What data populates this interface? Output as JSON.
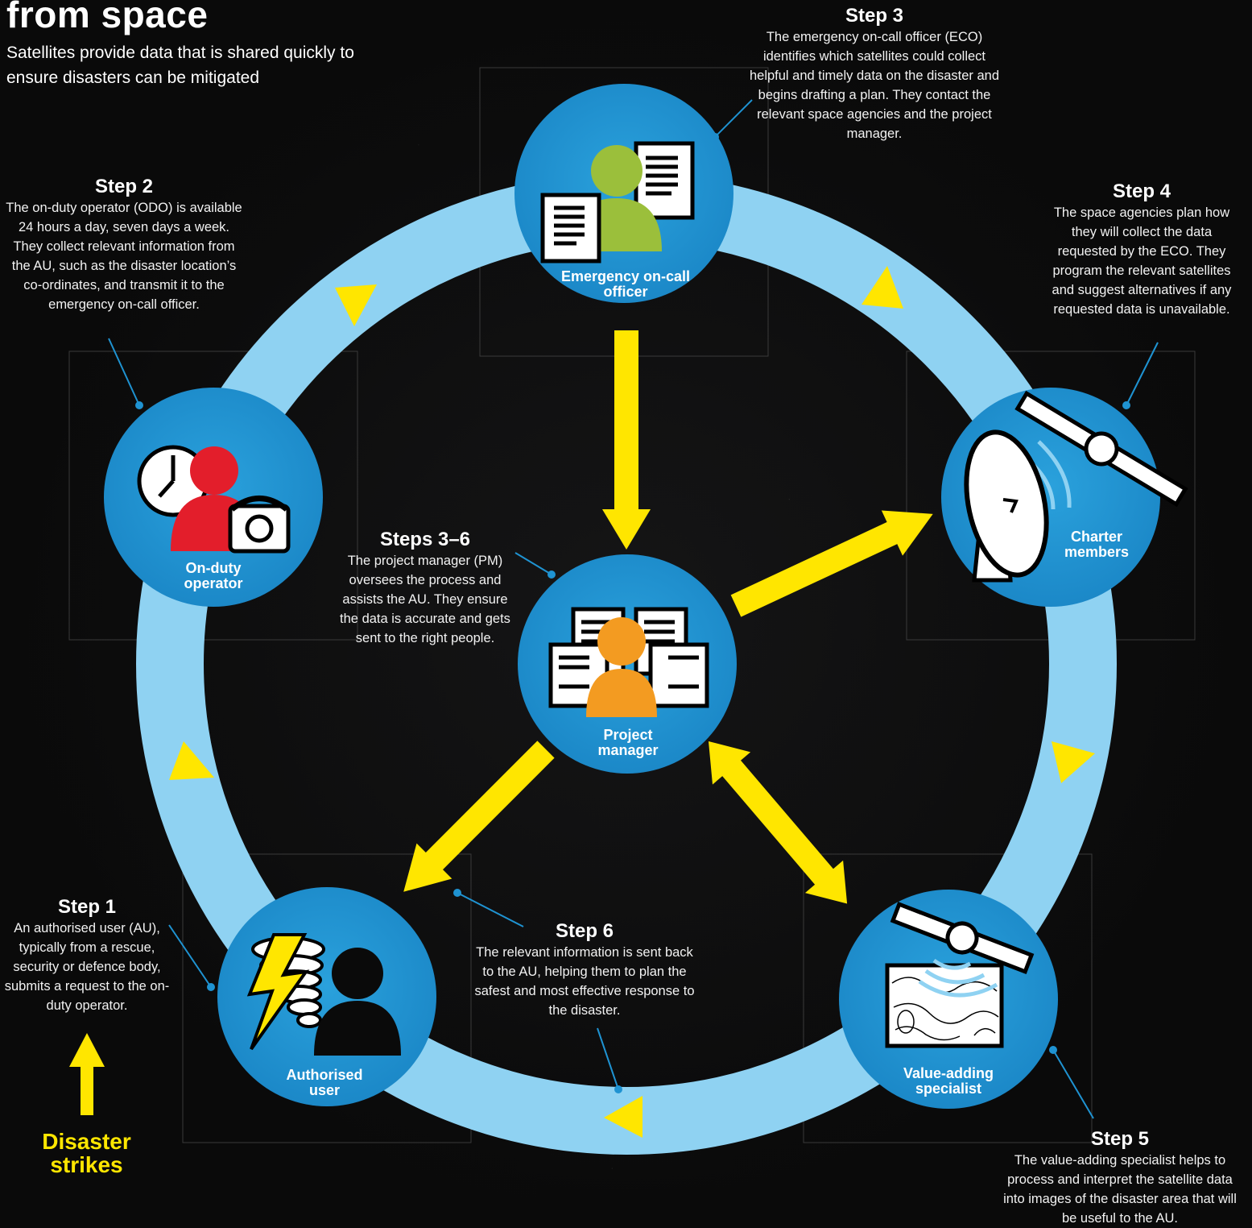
{
  "header": {
    "title": "from space",
    "subtitle": "Satellites provide data that is shared quickly to ensure disasters can be mitigated"
  },
  "nodes": {
    "eco": "Emergency on-call officer",
    "odo": "On-duty operator",
    "charter": "Charter members",
    "pm": "Project manager",
    "au": "Authorised user",
    "vas": "Value-adding specialist"
  },
  "steps": {
    "step1": {
      "title": "Step 1",
      "body": "An authorised user (AU), typically from a rescue, security or defence body, submits a request to the on-duty operator."
    },
    "step2": {
      "title": "Step 2",
      "body": "The on-duty operator (ODO) is available 24 hours a day, seven days a week. They collect relevant information from the AU, such as the disaster location’s co-ordinates, and transmit it to the emergency on-call officer."
    },
    "step3": {
      "title": "Step 3",
      "body": "The emergency on-call officer (ECO) identifies which satellites could collect helpful and timely data on the disaster and begins drafting a plan. They contact the relevant space agencies and the project manager."
    },
    "step4": {
      "title": "Step 4",
      "body": "The space agencies plan how they will collect the data requested by the ECO. They program the relevant satellites and suggest alternatives if any requested data is unavailable."
    },
    "step5": {
      "title": "Step 5",
      "body": "The value-adding specialist helps to process and interpret the satellite data into images of the disaster area that will be useful to the AU."
    },
    "step6": {
      "title": "Step 6",
      "body": "The relevant information is sent back to the AU, helping them to plan the safest and most effective response to the disaster."
    },
    "steps36": {
      "title": "Steps 3–6",
      "body": "The project manager (PM) oversees the process and assists the AU. They ensure the data is accurate and gets sent to the right people."
    }
  },
  "disaster": "Disaster strikes",
  "colors": {
    "ring": "#8fd2f2",
    "node": "#1f93d2",
    "arrow": "#ffe600",
    "eco_person": "#9bbf3b",
    "odo_person": "#e31e2b",
    "pm_person": "#f39b21",
    "au_person": "#0a0a0a"
  }
}
